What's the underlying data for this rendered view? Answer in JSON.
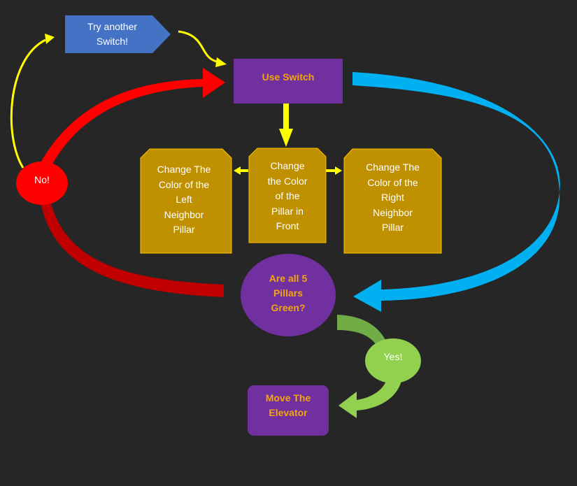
{
  "colors": {
    "background": "#262626",
    "blue_box": "#4472c4",
    "purple": "#7030a0",
    "gold": "#bf9000",
    "red": "#ff0000",
    "cyan": "#00b0f0",
    "green": "#92d050",
    "yellow": "#ffff00",
    "orange_text": "#f2a60c"
  },
  "nodes": {
    "try_another": "Try another\nSwitch!",
    "use_switch": "Use Switch",
    "change_left": "Change The\nColor of the\nLeft\nNeighbor\nPillar",
    "change_front": "Change\nthe Color\nof the\nPillar in\nFront",
    "change_right": "Change The\nColor of the\nRight\nNeighbor\nPillar",
    "question": "Are all 5\nPillars\nGreen?",
    "no": "No!",
    "yes": "Yes!",
    "move_elevator": "Move The\nElevator"
  }
}
